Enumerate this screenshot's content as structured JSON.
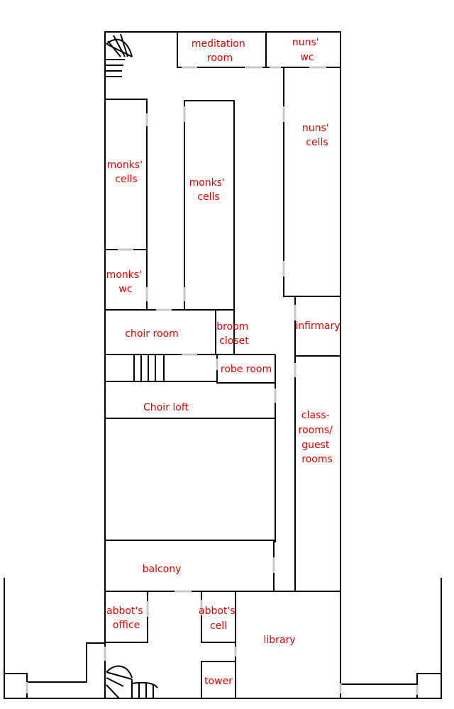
{
  "rooms": {
    "meditation_room": [
      "meditation",
      "room"
    ],
    "nuns_wc": [
      "nuns'",
      "wc"
    ],
    "nuns_cells": [
      "nuns'",
      "cells"
    ],
    "monks_cells_left": [
      "monks'",
      "cells"
    ],
    "monks_cells_center": [
      "monks'",
      "cells"
    ],
    "monks_wc": [
      "monks'",
      "wc"
    ],
    "choir_room": [
      "choir room"
    ],
    "broom_closet": [
      "broom",
      "closet"
    ],
    "infirmary": [
      "infirmary"
    ],
    "robe_room": [
      "robe room"
    ],
    "choir_loft": [
      "Choir loft"
    ],
    "classrooms": [
      "class-",
      "rooms/",
      "guest",
      "rooms"
    ],
    "balcony": [
      "balcony"
    ],
    "abbots_office": [
      "abbot's",
      "office"
    ],
    "abbots_cell": [
      "abbot's",
      "cell"
    ],
    "library": [
      "library"
    ],
    "tower": [
      "tower"
    ]
  },
  "colors": {
    "wall": "#000000",
    "doorway": "#c8c8c8",
    "label": "#e00000"
  }
}
